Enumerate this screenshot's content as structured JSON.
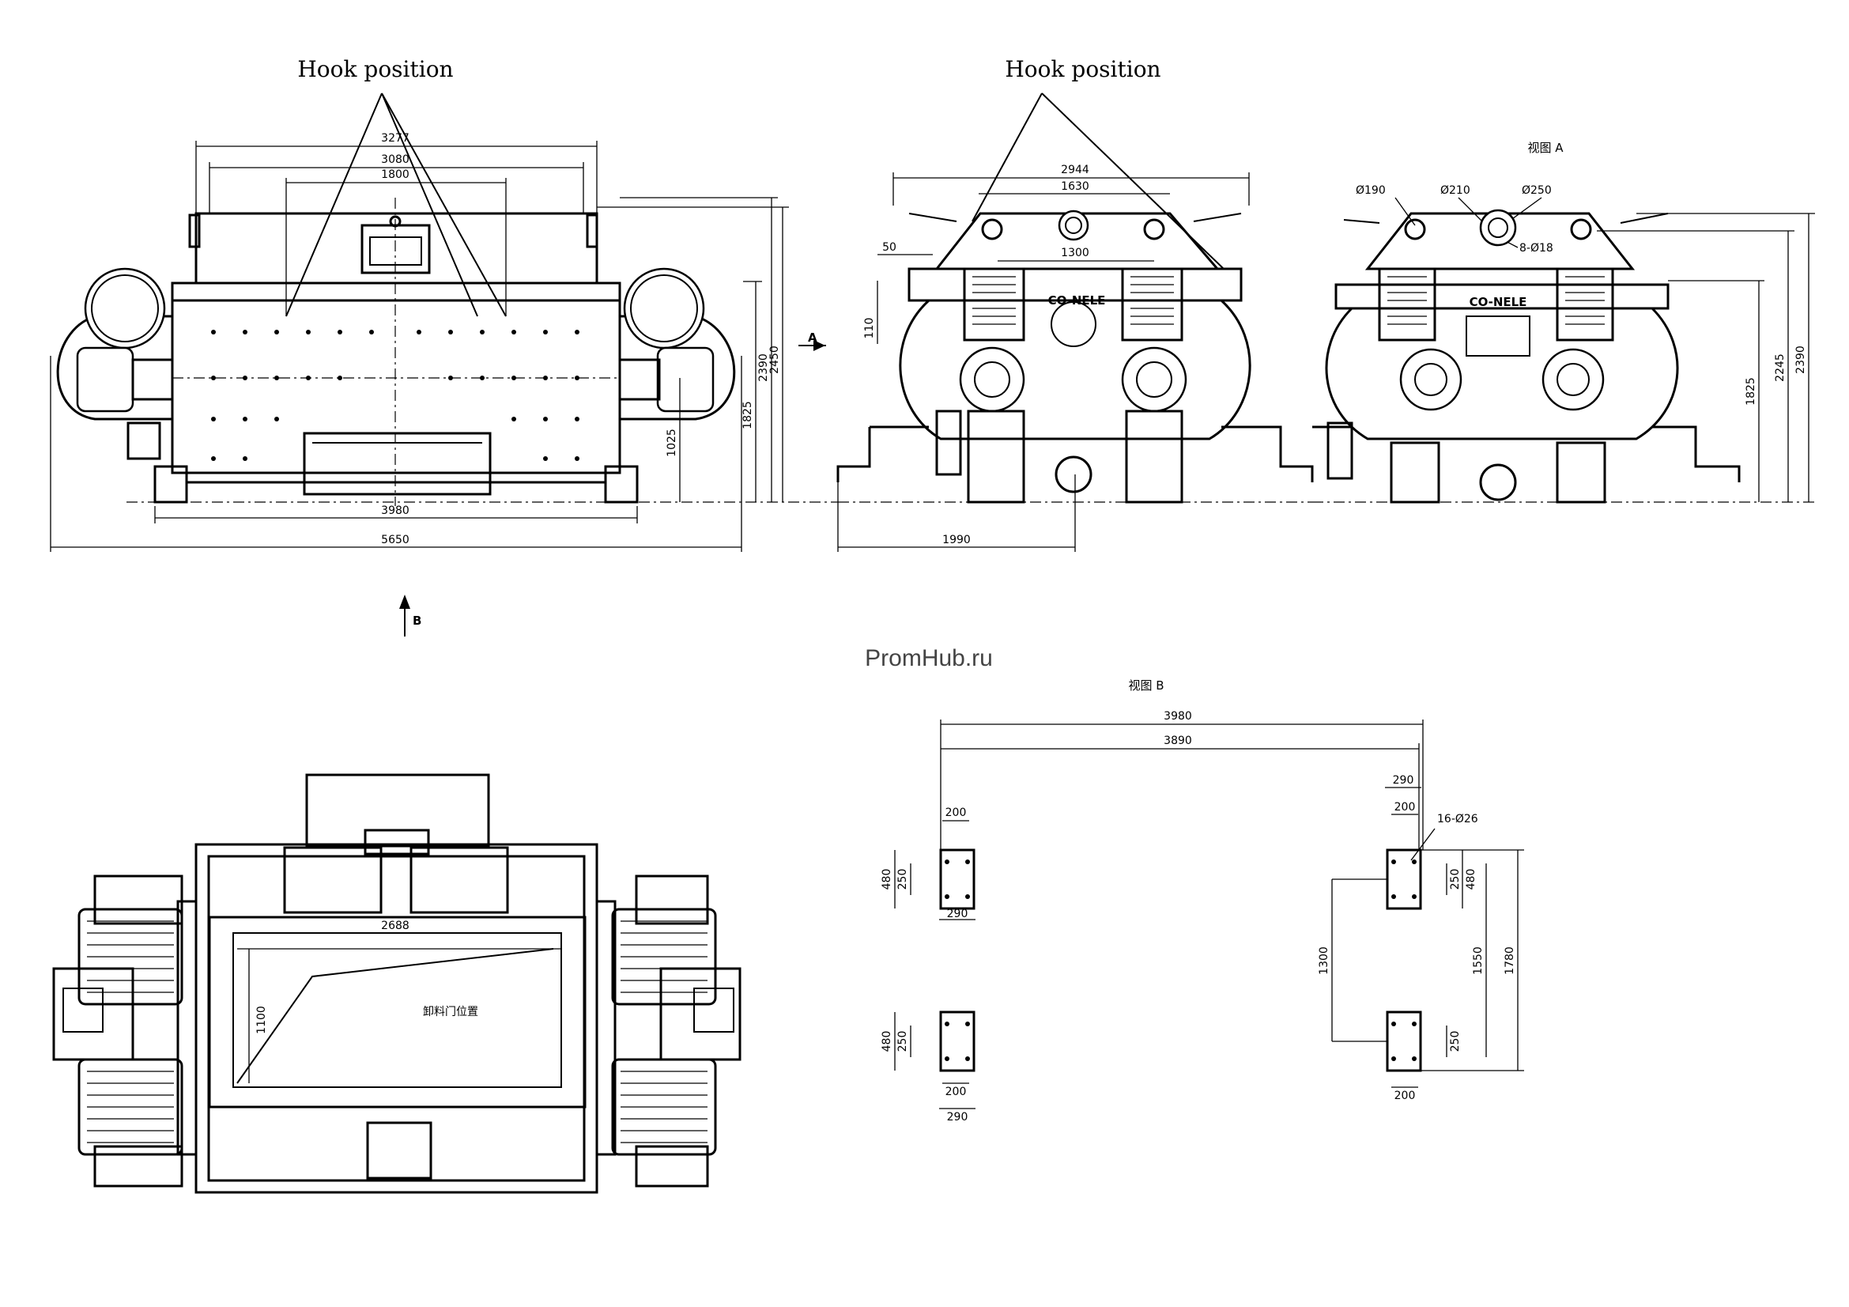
{
  "watermark": "PromHub.ru",
  "front_view": {
    "hook_label": "Hook position",
    "dim_3277": "3277",
    "dim_3080": "3080",
    "dim_1800": "1800",
    "dim_3980": "3980",
    "dim_5650": "5650",
    "dim_1025": "1025",
    "dim_1825": "1825",
    "dim_2390": "2390",
    "dim_2450": "2450",
    "section_a": "A",
    "section_b": "B"
  },
  "side_view": {
    "hook_label": "Hook position",
    "dim_2944": "2944",
    "dim_1630": "1630",
    "dim_1300": "1300",
    "dim_50": "50",
    "dim_110": "110",
    "dim_1990": "1990",
    "brand": "CO-NELE"
  },
  "view_a": {
    "title": "视图 A",
    "d190": "Ø190",
    "d210": "Ø210",
    "d250": "Ø250",
    "holes": "8-Ø18",
    "brand": "CO-NELE",
    "dim_1825": "1825",
    "dim_2245": "2245",
    "dim_2390": "2390"
  },
  "top_view": {
    "dim_2688": "2688",
    "dim_1100": "1100",
    "note": "卸料门位置"
  },
  "view_b": {
    "title": "视图 B",
    "dim_3980": "3980",
    "dim_3890": "3890",
    "dim_290": "290",
    "dim_200": "200",
    "dim_480": "480",
    "dim_250": "250",
    "holes": "16-Ø26",
    "dim_1300": "1300",
    "dim_1550": "1550",
    "dim_1780": "1780"
  }
}
